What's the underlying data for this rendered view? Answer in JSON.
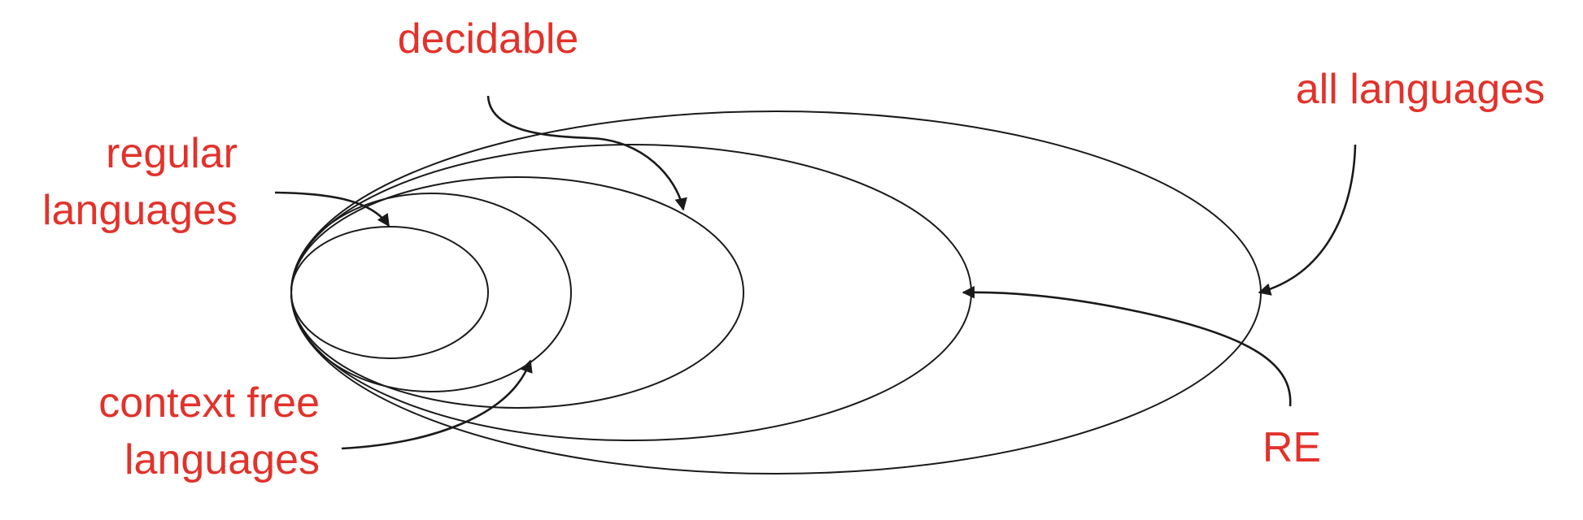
{
  "colors": {
    "label": "#e2322b",
    "stroke": "#1a1a1a",
    "background": "#ffffff"
  },
  "labels": {
    "decidable": "decidable",
    "all_languages": "all languages",
    "regular_line1": "regular",
    "regular_line2": "languages",
    "context_free_line1": "context free",
    "context_free_line2": "languages",
    "re": "RE"
  }
}
